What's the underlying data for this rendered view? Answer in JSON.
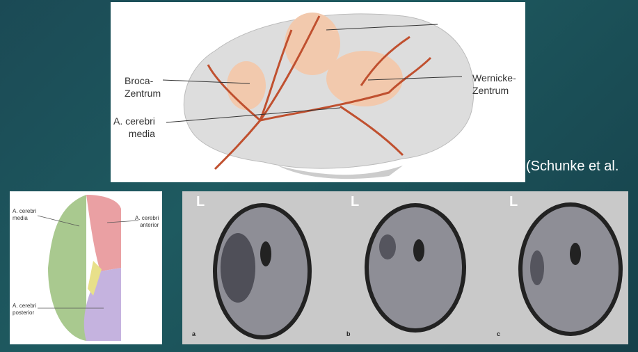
{
  "top_figure": {
    "labels": {
      "broca": "Broca-\nZentrum",
      "wernicke": "Wernicke-\nZentrum",
      "artery": "A. cerebri\nmedia"
    }
  },
  "citation": "(Schunke et al.",
  "left_figure": {
    "labels": {
      "media": "A. cerebri\nmedia",
      "anterior": "A. cerebri\nanterior",
      "posterior": "A. cerebri\nposterior"
    }
  },
  "mri": {
    "panels": [
      {
        "side": "L",
        "label": "a"
      },
      {
        "side": "L",
        "label": "b"
      },
      {
        "side": "L",
        "label": "c"
      }
    ]
  }
}
